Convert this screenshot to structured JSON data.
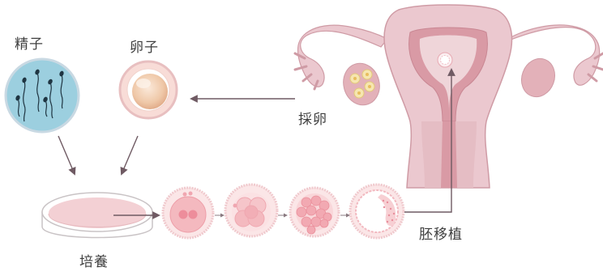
{
  "labels": {
    "sperm": "精子",
    "egg": "卵子",
    "egg_retrieval": "採卵",
    "culture": "培養",
    "embryo_transfer": "胚移植"
  },
  "icons": {
    "sperm": "sperm-icon",
    "egg": "egg-cell-icon",
    "dish": "petri-dish-icon",
    "uterus": "uterus-icon",
    "embryo_stages": [
      "zygote-icon",
      "cleavage-embryo-icon",
      "morula-icon",
      "blastocyst-icon"
    ]
  },
  "colors": {
    "arrow": "#6f5a63",
    "uterus_fill": "#ebc8cf",
    "uterus_stroke": "#cf9ba5",
    "inner_wall": "#d99aa5",
    "sperm_bg": "#9ccfdf",
    "cell_pink": "#f4b9bf",
    "text": "#3f3f3f"
  }
}
